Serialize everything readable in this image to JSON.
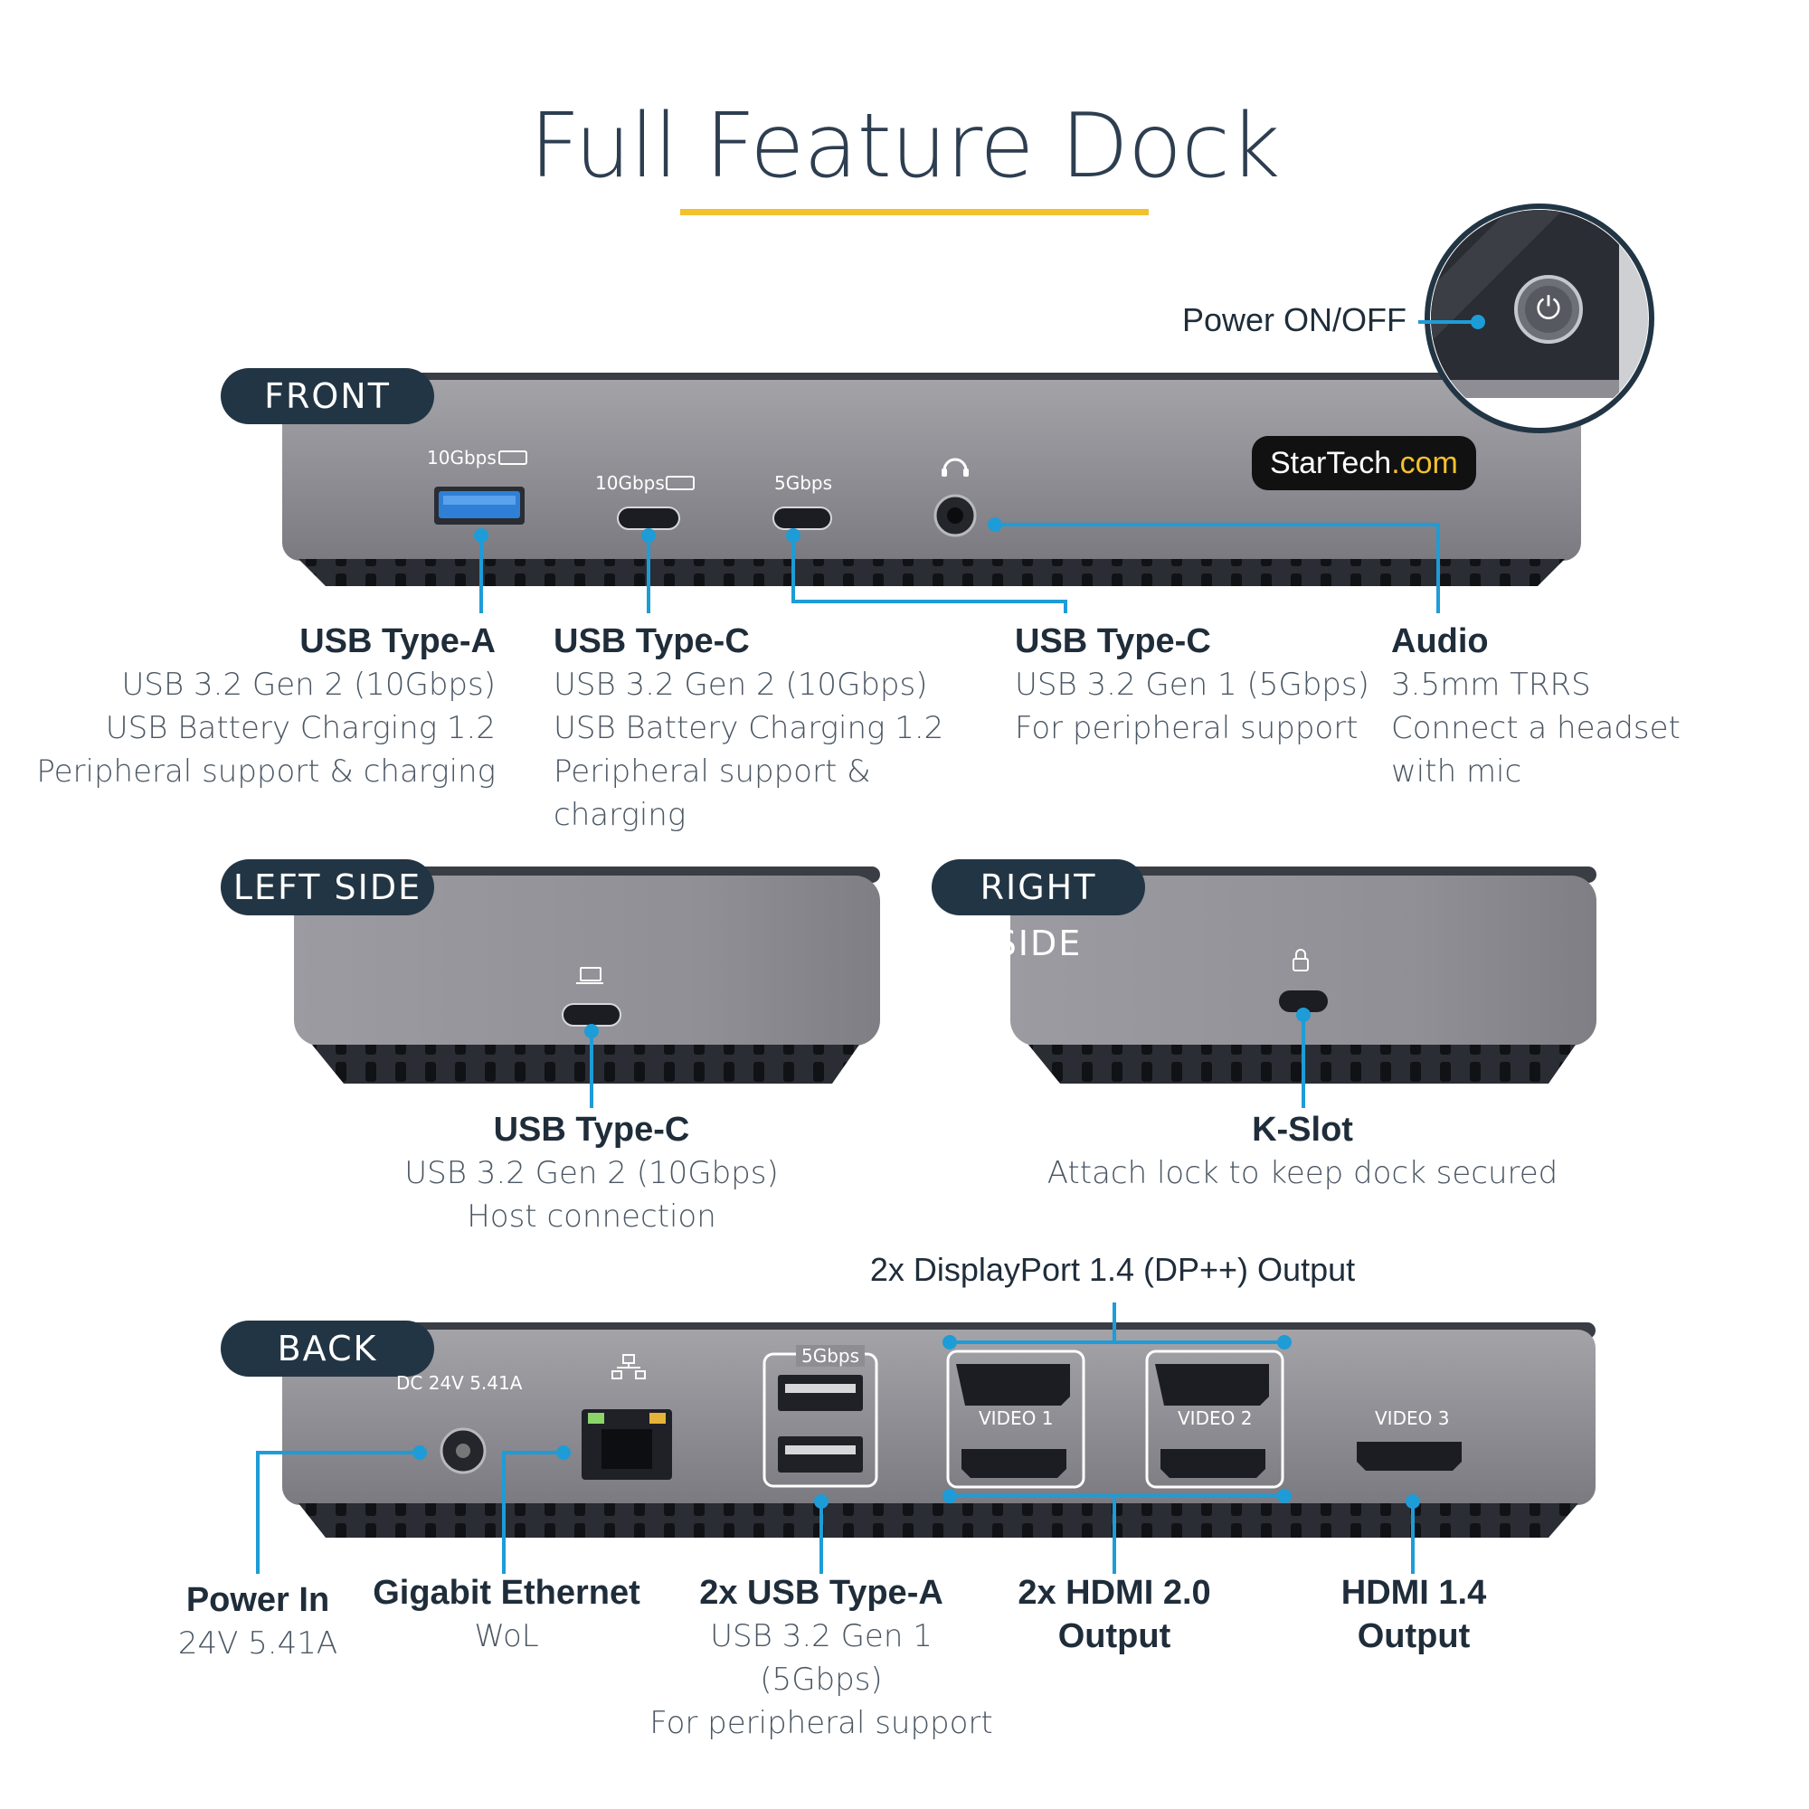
{
  "title": "Full Feature Dock",
  "colors": {
    "accent": "#f2c12e",
    "callout": "#1e9cd7",
    "pill": "#223544",
    "dock": "#8a8a90"
  },
  "sections": {
    "front": "FRONT",
    "left": "LEFT SIDE",
    "right": "RIGHT SIDE",
    "back": "BACK"
  },
  "power": {
    "label": "Power ON/OFF",
    "icon": "power-icon"
  },
  "brand": {
    "text_a": "StarTech",
    "text_b": ".com"
  },
  "front_port_labels": {
    "usba": "10Gbps",
    "usbc1": "10Gbps",
    "usbc2": "5Gbps"
  },
  "front": [
    {
      "heading": "USB Type-A",
      "lines": [
        "USB 3.2 Gen 2 (10Gbps)",
        "USB Battery Charging 1.2",
        "Peripheral support & charging"
      ]
    },
    {
      "heading": "USB Type-C",
      "lines": [
        "USB 3.2 Gen 2 (10Gbps)",
        "USB Battery Charging 1.2",
        "Peripheral support & charging"
      ]
    },
    {
      "heading": "USB Type-C",
      "lines": [
        "USB 3.2 Gen 1 (5Gbps)",
        "For peripheral support"
      ]
    },
    {
      "heading": "Audio",
      "lines": [
        "3.5mm TRRS",
        "Connect a headset",
        "with mic"
      ]
    }
  ],
  "left": {
    "heading": "USB Type-C",
    "lines": [
      "USB 3.2 Gen 2 (10Gbps)",
      "Host connection"
    ]
  },
  "right": {
    "heading": "K-Slot",
    "lines": [
      "Attach lock to keep dock secured"
    ]
  },
  "back_top": "2x DisplayPort 1.4 (DP++) Output",
  "back_port_labels": {
    "dc": "DC 24V 5.41A",
    "usb": "5Gbps",
    "video1": "VIDEO 1",
    "video2": "VIDEO 2",
    "video3": "VIDEO 3"
  },
  "back": [
    {
      "heading": "Power In",
      "lines": [
        "24V 5.41A"
      ]
    },
    {
      "heading": "Gigabit Ethernet",
      "lines": [
        "WoL"
      ]
    },
    {
      "heading": "2x USB Type-A",
      "lines": [
        "USB 3.2 Gen 1 (5Gbps)",
        "For peripheral support"
      ]
    },
    {
      "heading": "2x HDMI 2.0",
      "lines": [
        "Output"
      ]
    },
    {
      "heading": "HDMI 1.4",
      "lines": [
        "Output"
      ]
    }
  ]
}
